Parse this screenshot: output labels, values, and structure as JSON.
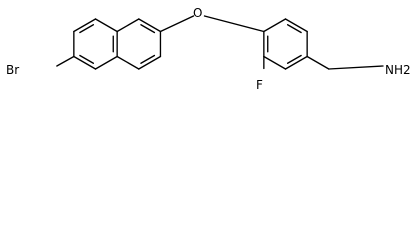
{
  "structure": {
    "atoms": {
      "bromine": "Br",
      "oxygen": "O",
      "fluorine": "F",
      "amine": "NH2"
    }
  },
  "colors": {
    "background": "#ffffff",
    "ink": "#000000"
  }
}
